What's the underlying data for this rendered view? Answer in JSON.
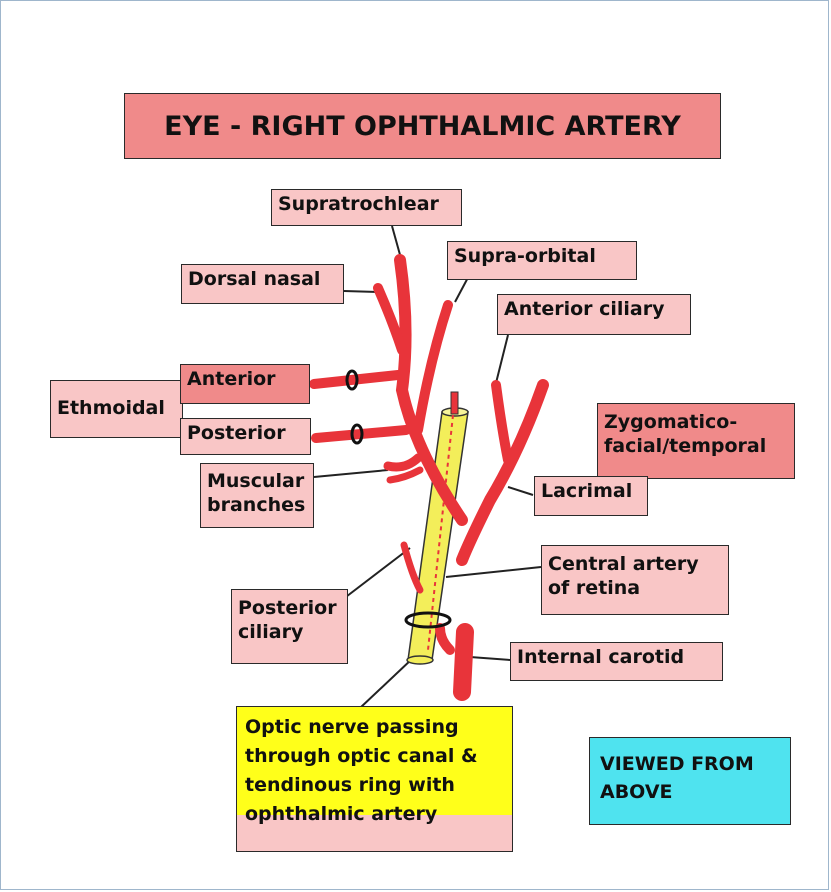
{
  "title": "EYE - RIGHT OPHTHALMIC ARTERY",
  "labels": {
    "supratrochlear": "Supratrochlear",
    "dorsal_nasal": "Dorsal nasal",
    "supra_orbital": "Supra-orbital",
    "anterior_ciliary": "Anterior ciliary",
    "ethmoidal": "Ethmoidal",
    "anterior": "Anterior",
    "posterior": "Posterior",
    "zygomatico": "Zygomatico-\nfacial/temporal",
    "muscular_branches": "Muscular\nbranches",
    "lacrimal": "Lacrimal",
    "central_artery": "Central artery\nof retina",
    "posterior_ciliary": "Posterior\nciliary",
    "internal_carotid": "Internal carotid",
    "optic_nerve": "Optic nerve passing\nthrough optic canal &\ntendinous ring with\nophthalmic artery",
    "viewed_from_above": "VIEWED FROM\nABOVE"
  },
  "colors": {
    "artery": "#e8343a",
    "optic_nerve": "#f3ee5a",
    "label_pink": "#f9c6c6",
    "label_red": "#f08a8a",
    "note_yellow": "#ffff1a",
    "note_cyan": "#4fe3ef"
  }
}
